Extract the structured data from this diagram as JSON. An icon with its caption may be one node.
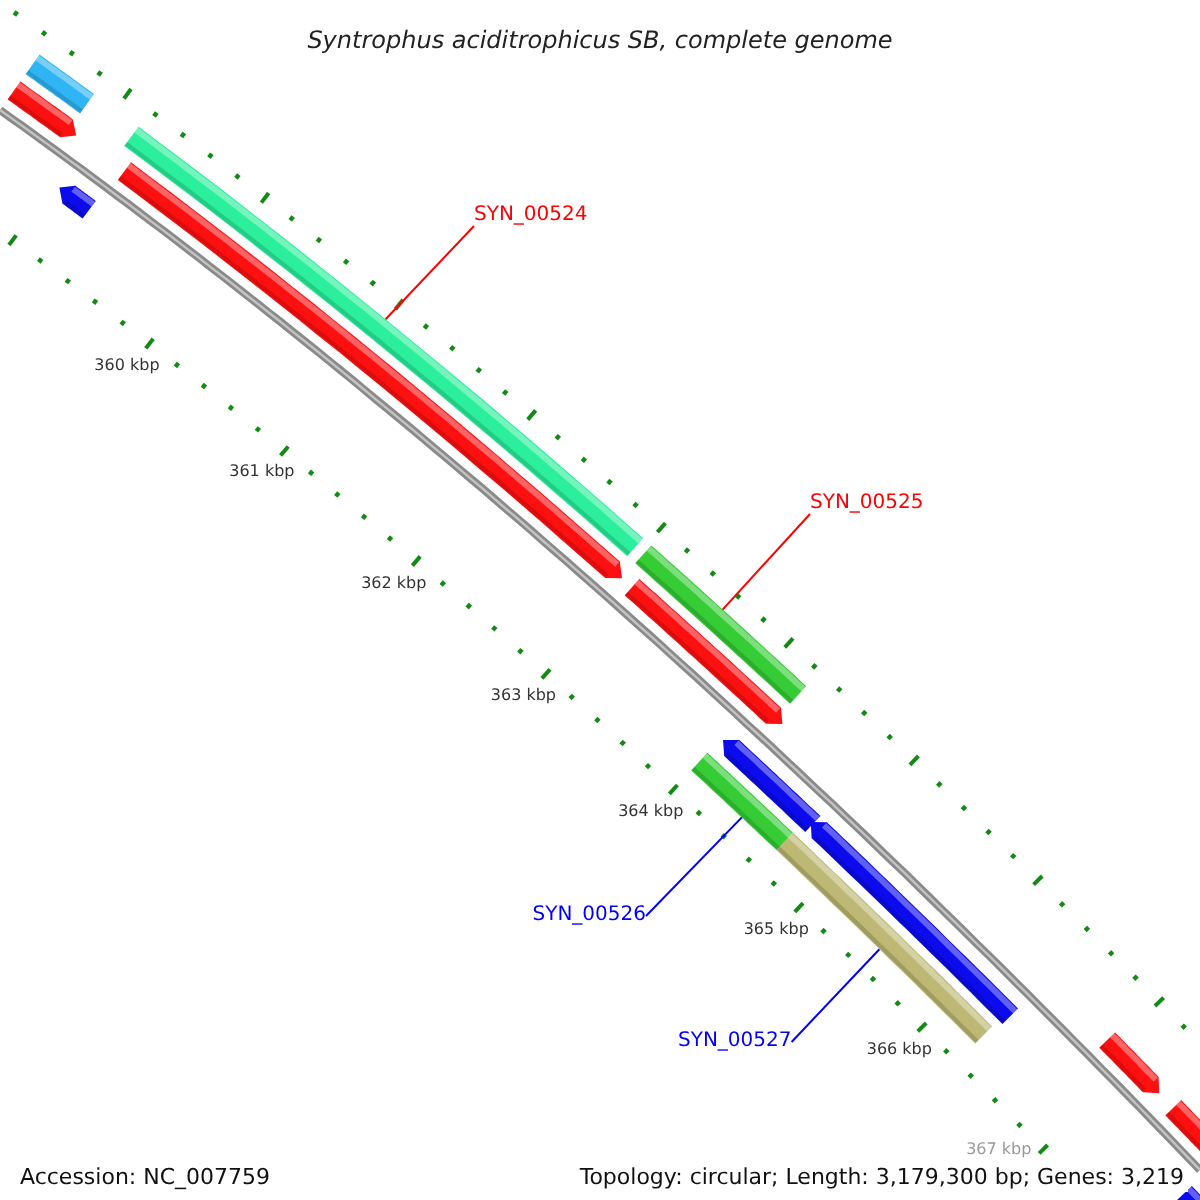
{
  "diagram": {
    "title": "Syntrophus aciditrophicus SB, complete genome",
    "nodes": [
      {
        "text": [
          "SYN_00524"
        ]
      },
      {
        "text": [
          "SYN_00525"
        ]
      },
      {
        "text": [
          "SYN_00526"
        ]
      },
      {
        "text": [
          "SYN_00527"
        ]
      },
      {
        "text": [],
        "shape": "bar"
      },
      {
        "text": [],
        "shape": "bar"
      },
      {
        "text": [],
        "shape": "bar"
      },
      {
        "text": [],
        "shape": "bar"
      },
      {
        "text": [],
        "shape": "bar"
      },
      {
        "text": [],
        "shape": "bar"
      },
      {
        "text": [],
        "shape": "bar"
      },
      {
        "text": [],
        "shape": "bar"
      },
      {
        "text": [],
        "shape": "bar"
      },
      {
        "text": [],
        "shape": "bar"
      },
      {
        "text": [],
        "shape": "bar"
      },
      {
        "text": [],
        "shape": "bar"
      },
      {
        "text": [],
        "shape": "bar"
      },
      {
        "text": [],
        "shape": "bar"
      }
    ],
    "edges": [
      {
        "from": 0,
        "to": 8,
        "arrow": "none",
        "color": "#ff0000"
      },
      {
        "from": 1,
        "to": 10,
        "arrow": "none",
        "color": "#ff0000"
      },
      {
        "from": 2,
        "to": 11,
        "arrow": "none",
        "color": "#0000ff"
      },
      {
        "from": 3,
        "to": 13,
        "arrow": "none",
        "color": "#0000ff"
      }
    ],
    "labels": [
      "360 kbp",
      "361 kbp",
      "362 kbp",
      "363 kbp",
      "364 kbp",
      "365 kbp",
      "366 kbp",
      "367 kbp",
      "Accession: NC_007759",
      "Topology: circular; Length: 3,179,300 bp; Genes: 3,219"
    ]
  }
}
